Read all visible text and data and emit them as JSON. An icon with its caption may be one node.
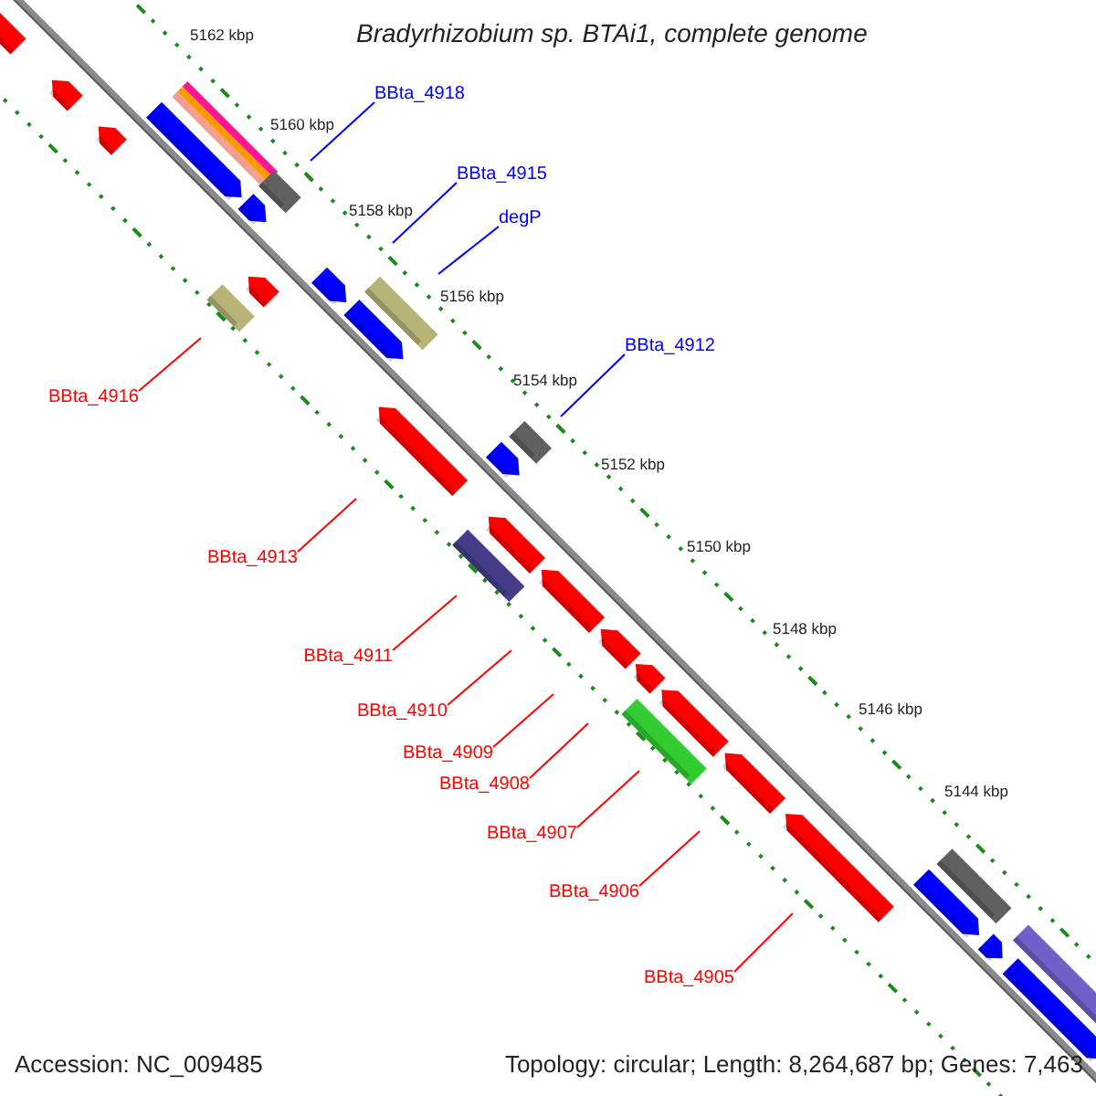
{
  "diagram": {
    "title": "Bradyrhizobium sp. BTAi1, complete genome",
    "nodes": [
      {
        "text": [
          "BBta_4918"
        ]
      },
      {
        "text": [
          "BBta_4915"
        ]
      },
      {
        "text": [
          "degP"
        ]
      },
      {
        "text": [
          "BBta_4912"
        ]
      },
      {
        "text": [
          "BBta_4916"
        ]
      },
      {
        "text": [
          "BBta_4913"
        ]
      },
      {
        "text": [
          "BBta_4911"
        ]
      },
      {
        "text": [
          "BBta_4910"
        ]
      },
      {
        "text": [
          "BBta_4909"
        ]
      },
      {
        "text": [
          "BBta_4908"
        ]
      },
      {
        "text": [
          "BBta_4907"
        ]
      },
      {
        "text": [
          "BBta_4906"
        ]
      },
      {
        "text": [
          "BBta_4905"
        ]
      }
    ],
    "edges": [
      {
        "from": 0,
        "to": null,
        "arrow": "none",
        "color": "#0000ff"
      },
      {
        "from": 1,
        "to": null,
        "arrow": "none",
        "color": "#0000ff"
      },
      {
        "from": 2,
        "to": null,
        "arrow": "none",
        "color": "#0000ff"
      },
      {
        "from": 3,
        "to": null,
        "arrow": "none",
        "color": "#0000ff"
      },
      {
        "from": 4,
        "to": null,
        "arrow": "none"
      },
      {
        "from": 5,
        "to": null,
        "arrow": "none"
      },
      {
        "from": 6,
        "to": null,
        "arrow": "none"
      },
      {
        "from": 7,
        "to": null,
        "arrow": "none"
      },
      {
        "from": 8,
        "to": null,
        "arrow": "none"
      },
      {
        "from": 9,
        "to": null,
        "arrow": "none"
      },
      {
        "from": 10,
        "to": null,
        "arrow": "none"
      },
      {
        "from": 11,
        "to": null,
        "arrow": "none"
      },
      {
        "from": 12,
        "to": null,
        "arrow": "none"
      }
    ],
    "labels": [
      "5162 kbp",
      "5160 kbp",
      "5158 kbp",
      "5156 kbp",
      "5154 kbp",
      "5152 kbp",
      "5150 kbp",
      "5148 kbp",
      "5146 kbp",
      "5144 kbp",
      "Accession: NC_009485",
      "Topology: circular; Length: 8,264,687 bp; Genes: 7,463"
    ]
  }
}
